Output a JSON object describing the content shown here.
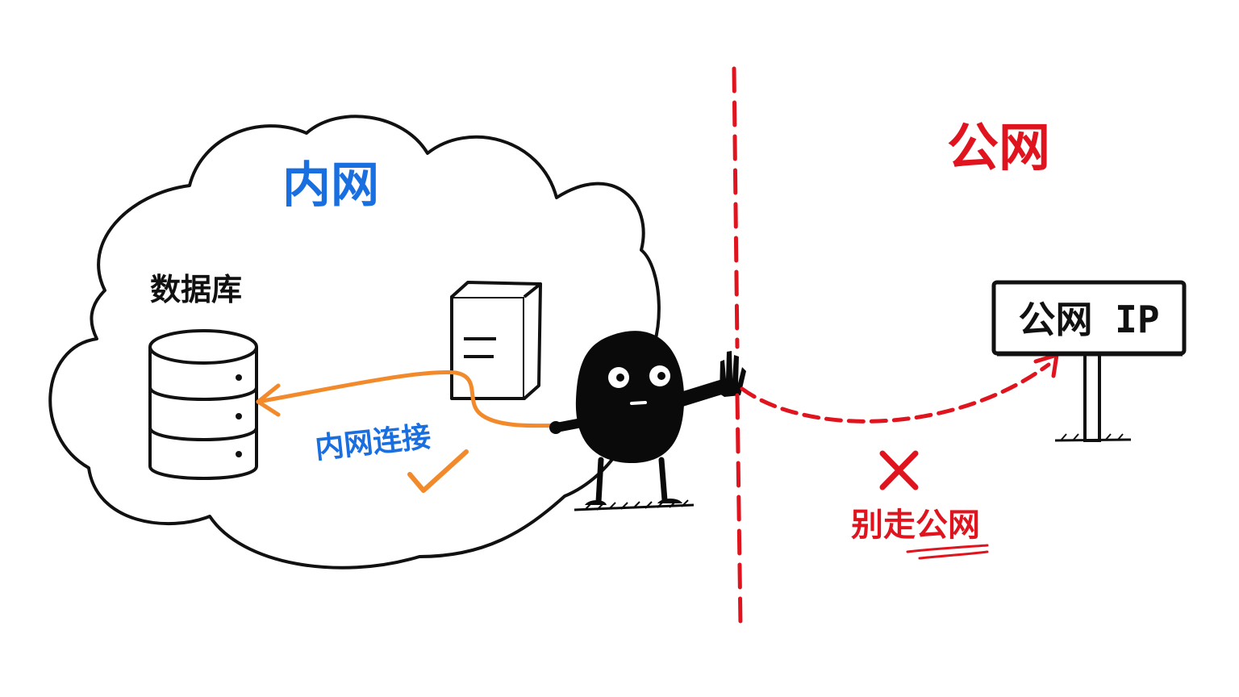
{
  "intranet": {
    "title": "内网",
    "database_label": "数据库",
    "connection_label": "内网连接"
  },
  "internet": {
    "title": "公网",
    "sign_text": "公网 IP",
    "warning_label": "别走公网"
  },
  "colors": {
    "ink": "#111111",
    "intranet_blue": "#1a6fe0",
    "connection_orange": "#f28a2b",
    "internet_red": "#e0141e"
  },
  "icons": {
    "check": "check-mark-icon",
    "cross": "cross-mark-icon"
  }
}
